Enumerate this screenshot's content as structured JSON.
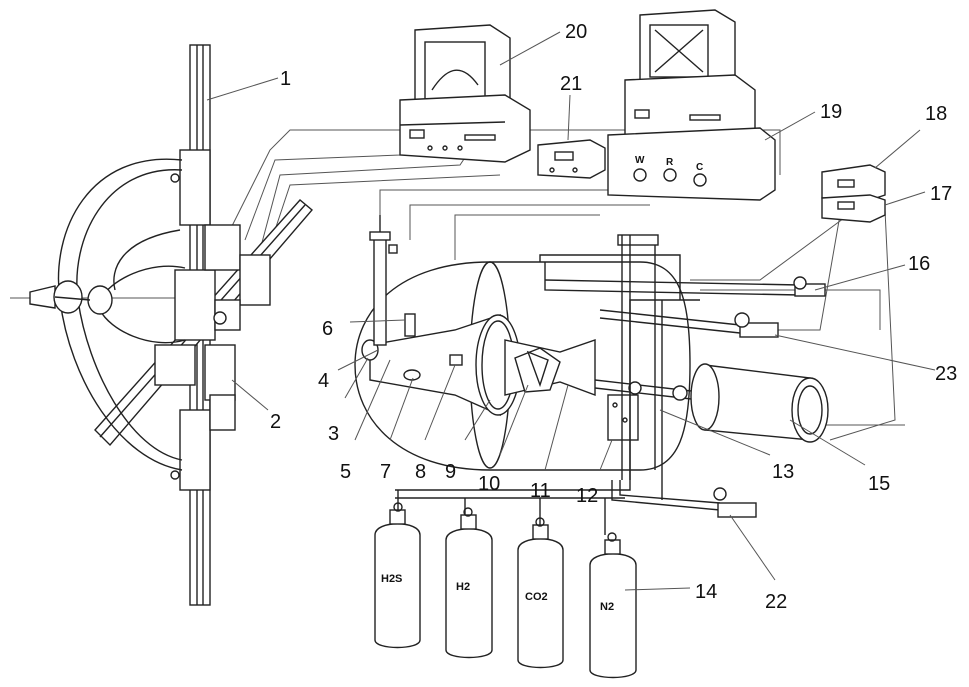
{
  "labels": {
    "l1": "1",
    "l2": "2",
    "l3": "3",
    "l4": "4",
    "l5": "5",
    "l6": "6",
    "l7": "7",
    "l8": "8",
    "l9": "9",
    "l10": "10",
    "l11": "11",
    "l12": "12",
    "l13": "13",
    "l14": "14",
    "l15": "15",
    "l16": "16",
    "l17": "17",
    "l18": "18",
    "l19": "19",
    "l20": "20",
    "l21": "21",
    "l22": "22",
    "l23": "23"
  },
  "gases": {
    "h2s": "H2S",
    "h2": "H2",
    "co2": "CO2",
    "n2": "N2"
  },
  "knobs": {
    "w": "W",
    "r": "R",
    "c": "C"
  }
}
